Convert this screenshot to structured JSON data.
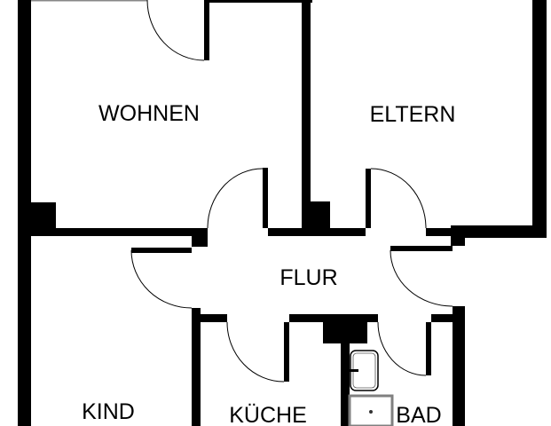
{
  "rooms": {
    "wohnen": "WOHNEN",
    "eltern": "ELTERN",
    "flur": "FLUR",
    "kind": "KIND",
    "kueche": "KÜCHE",
    "bad": "BAD"
  },
  "colors": {
    "wall": "#000000",
    "background": "#ffffff",
    "fixture": "#808080"
  }
}
